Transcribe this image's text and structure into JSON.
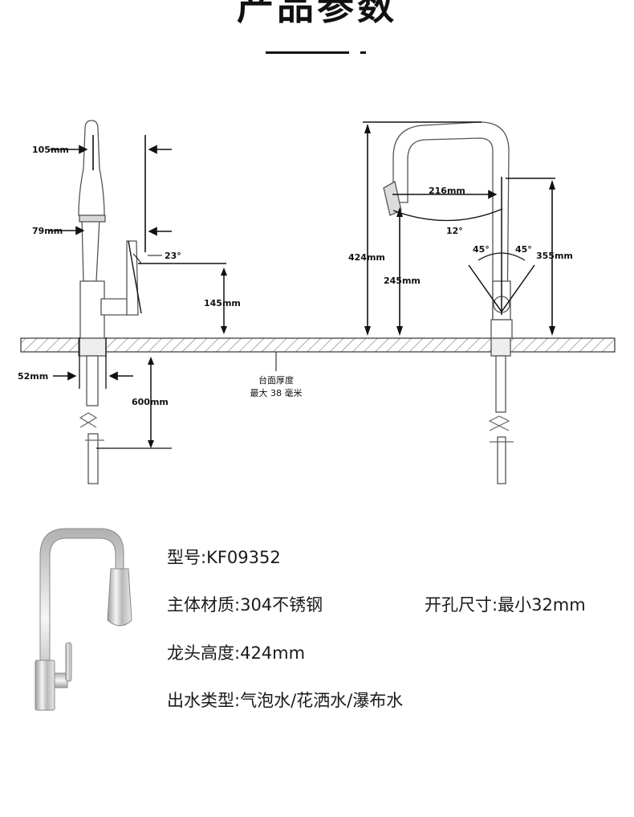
{
  "header": {
    "title": "产品参数"
  },
  "diagram_left": {
    "dim_top_width": "105mm",
    "dim_mid_width": "79mm",
    "dim_angle": "23°",
    "dim_handle_height": "145mm",
    "dim_base_width": "52mm",
    "dim_pipe_length": "600mm"
  },
  "countertop_note": {
    "line1": "台面厚度",
    "line2": "最大 38 毫米"
  },
  "diagram_right": {
    "dim_reach": "216mm",
    "dim_rotation": "12°",
    "dim_total_height": "424mm",
    "dim_spout_height": "245mm",
    "dim_angle_left": "45°",
    "dim_angle_right": "45°",
    "dim_handle_height": "355mm"
  },
  "specs": {
    "model": {
      "label": "型号:",
      "value": "KF09352"
    },
    "material": {
      "label": "主体材质:",
      "value": "304不锈钢"
    },
    "hole": {
      "label": "开孔尺寸:",
      "value": "最小32mm"
    },
    "height": {
      "label": "龙头高度:",
      "value": "424mm"
    },
    "water": {
      "label": "出水类型:",
      "value": "气泡水/花洒水/瀑布水"
    }
  }
}
